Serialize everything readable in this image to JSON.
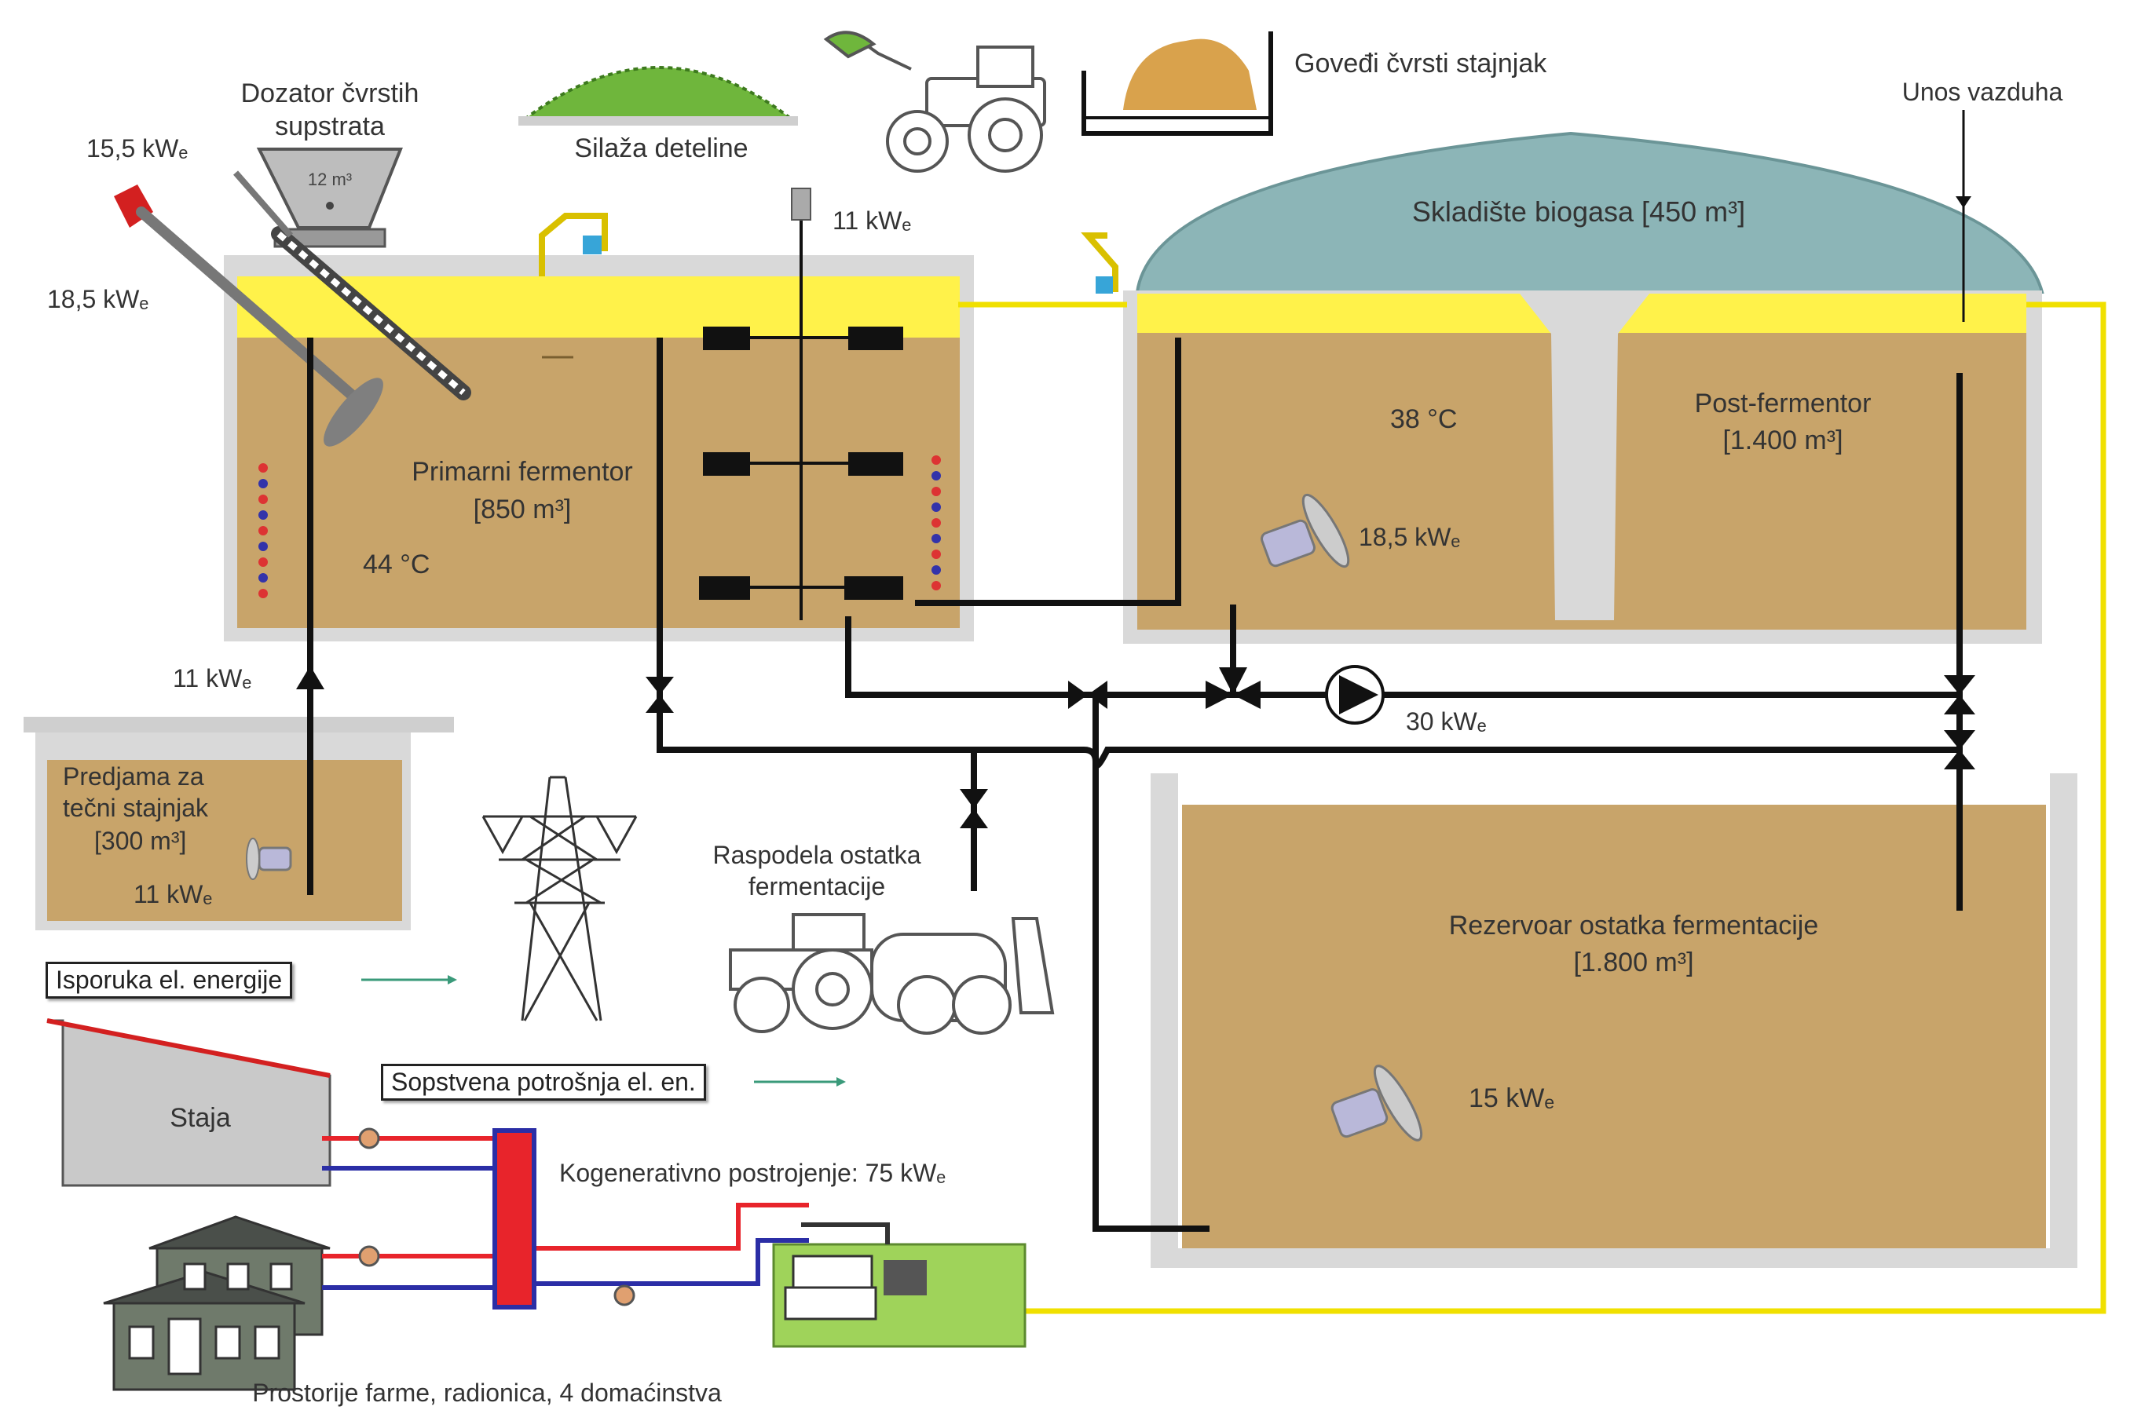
{
  "labels": {
    "dozator": "Dozator čvrstih",
    "dozator2": "supstrata",
    "dozator_volume": "12 m³",
    "silaza": "Silaža deteline",
    "govedji": "Goveđi čvrsti stajnjak",
    "unos_vazduha": "Unos vazduha",
    "p_dozator": "15,5 kWₑ",
    "p_mixer_left": "18,5 kWₑ",
    "p_agitator": "11 kWₑ",
    "skladiste": "Skladište biogasa [450 m³]",
    "primarni": "Primarni fermentor",
    "primarni_vol": "[850 m³]",
    "temp_primarni": "44 °C",
    "temp_post": "38 °C",
    "p_post_mixer": "18,5 kWₑ",
    "post": "Post-fermentor",
    "post_vol": "[1.400 m³]",
    "p_pump_predjama": "11 kWₑ",
    "predjama1": "Predjama za",
    "predjama2": "tečni stajnjak",
    "predjama_vol": "[300 m³]",
    "p_predjama_mixer": "11 kWₑ",
    "p_pump_main": "30 kWₑ",
    "raspodela1": "Raspodela ostatka",
    "raspodela2": "fermentacije",
    "rezervoar": "Rezervoar ostatka fermentacije",
    "rezervoar_vol": "[1.800 m³]",
    "p_rez_mixer": "15 kWₑ",
    "isporuka": "Isporuka el. energije",
    "sopstvena": "Sopstvena potrošnja el. en.",
    "staja": "Staja",
    "kogen": "Kogenerativno postrojenje: 75 kWₑ",
    "prostorije": "Prostorije farme, radionica, 4 domaćinstva"
  },
  "colors": {
    "substrate": "#c8a46a",
    "gas_layer": "#fff24a",
    "gas_dome": "#8cb5b7",
    "tank_wall": "#d9d9d9",
    "pipe": "#111111",
    "gas_line": "#f0e000",
    "chp": "#9fd35a",
    "hot_water": "#e8242b",
    "cold_water": "#2b2ea6"
  },
  "icons": [
    "hopper-icon",
    "screw-feeder-icon",
    "mixer-propeller-icon",
    "pump-icon",
    "valve-icon",
    "tractor-icon",
    "power-pylon-icon",
    "house-icon",
    "chp-unit-icon",
    "gas-flare-icon"
  ]
}
